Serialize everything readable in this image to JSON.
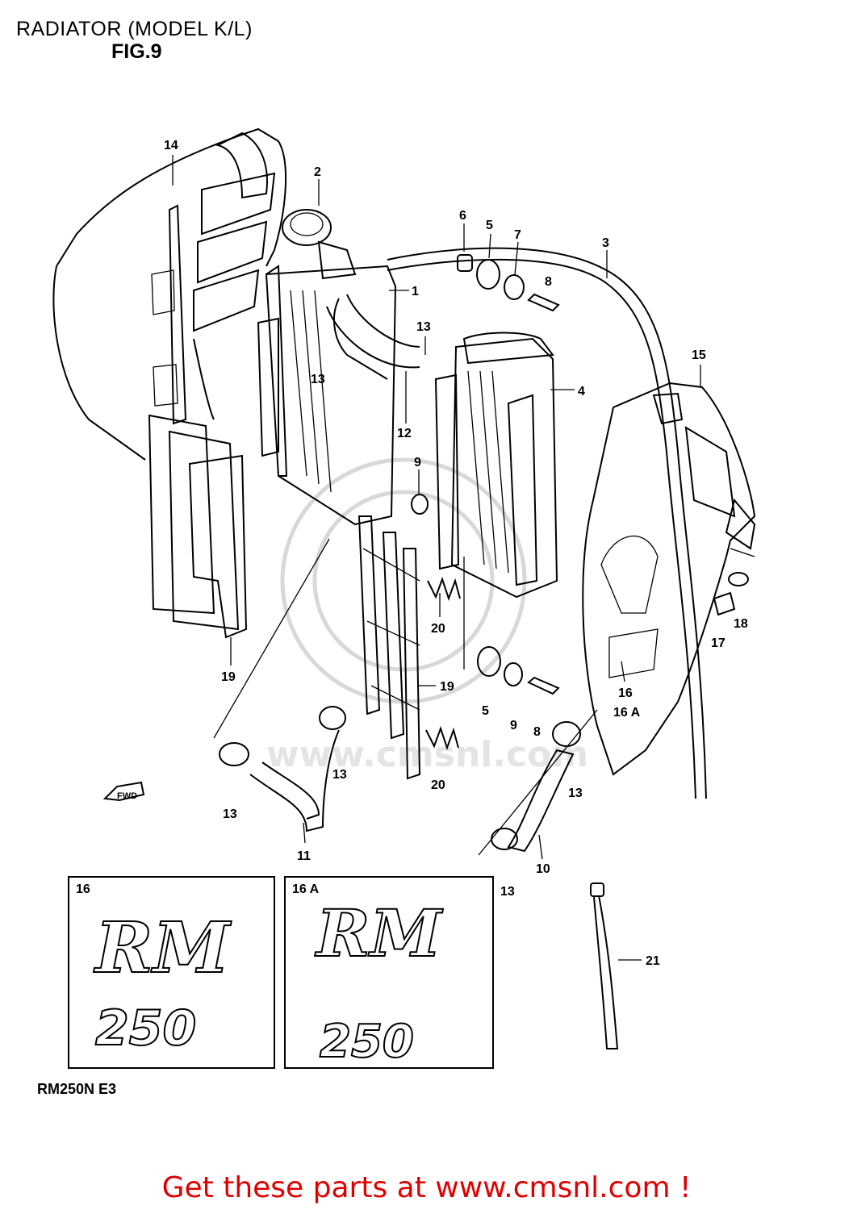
{
  "header": {
    "title": "RADIATOR (MODEL K/L)",
    "figure": "FIG.9"
  },
  "callouts": [
    {
      "id": "c14",
      "text": "14"
    },
    {
      "id": "c2",
      "text": "2"
    },
    {
      "id": "c6",
      "text": "6"
    },
    {
      "id": "c5a",
      "text": "5"
    },
    {
      "id": "c7",
      "text": "7"
    },
    {
      "id": "c3",
      "text": "3"
    },
    {
      "id": "c8a",
      "text": "8"
    },
    {
      "id": "c1",
      "text": "1"
    },
    {
      "id": "c13a",
      "text": "13"
    },
    {
      "id": "c13b",
      "text": "13"
    },
    {
      "id": "c15",
      "text": "15"
    },
    {
      "id": "c4",
      "text": "4"
    },
    {
      "id": "c12",
      "text": "12"
    },
    {
      "id": "c9a",
      "text": "9"
    },
    {
      "id": "c20a",
      "text": "20"
    },
    {
      "id": "c19a",
      "text": "19"
    },
    {
      "id": "c19b",
      "text": "19"
    },
    {
      "id": "c5b",
      "text": "5"
    },
    {
      "id": "c9b",
      "text": "9"
    },
    {
      "id": "c8b",
      "text": "8"
    },
    {
      "id": "c18",
      "text": "18"
    },
    {
      "id": "c17",
      "text": "17"
    },
    {
      "id": "c16",
      "text": "16"
    },
    {
      "id": "c16a",
      "text": "16 A"
    },
    {
      "id": "c13c",
      "text": "13"
    },
    {
      "id": "c13d",
      "text": "13"
    },
    {
      "id": "c13e",
      "text": "13"
    },
    {
      "id": "c20b",
      "text": "20"
    },
    {
      "id": "c11",
      "text": "11"
    },
    {
      "id": "c10",
      "text": "10"
    },
    {
      "id": "c13f",
      "text": "13"
    },
    {
      "id": "c21",
      "text": "21"
    }
  ],
  "fwd_label": "FWD",
  "decal_boxes": [
    {
      "label": "16",
      "logo_top": "RM",
      "logo_bottom": "250"
    },
    {
      "label": "16 A",
      "logo_top": "RM",
      "logo_bottom": "250"
    }
  ],
  "watermark": "www.cmsnl.com",
  "model_code": "RM250N E3",
  "footer": {
    "link_text": "Get these parts at www.cmsnl.com !",
    "link_color": "#e00000"
  }
}
